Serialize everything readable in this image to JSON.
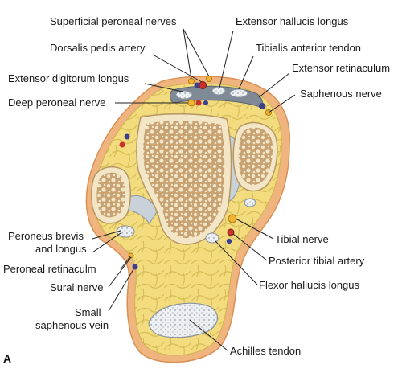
{
  "panel_letter": "A",
  "labels": {
    "superficial_peroneal_nerves": "Superficial peroneal nerves",
    "extensor_hallucis_longus": "Extensor hallucis longus",
    "dorsalis_pedis_artery": "Dorsalis pedis artery",
    "tibialis_anterior_tendon": "Tibialis anterior tendon",
    "extensor_retinaculum": "Extensor retinaculum",
    "extensor_digitorum_longus": "Extensor digitorum longus",
    "saphenous_nerve": "Saphenous nerve",
    "deep_peroneal_nerve": "Deep peroneal nerve",
    "peroneus_brevis_line1": "Peroneus brevis",
    "peroneus_brevis_line2": "and longus",
    "tibial_nerve": "Tibial nerve",
    "peroneal_retinaculum": "Peroneal retinaculm",
    "posterior_tibial_artery": "Posterior tibial artery",
    "sural_nerve": "Sural nerve",
    "flexor_hallucis_longus": "Flexor hallucis longus",
    "small_saphenous_line1": "Small",
    "small_saphenous_line2": "saphenous vein",
    "achilles_tendon": "Achilles tendon"
  },
  "colors": {
    "skin": "#f0b57f",
    "fat": "#f2dc7e",
    "fat_lobule_edge": "#d9bf5a",
    "bone_cortex": "#f3e6c6",
    "bone_marrow": "#c9a67a",
    "tendon": "#e9eef3",
    "artery": "#c8322b",
    "vein": "#3a3f8f",
    "nerve": "#f2b233",
    "leader": "#222222"
  }
}
